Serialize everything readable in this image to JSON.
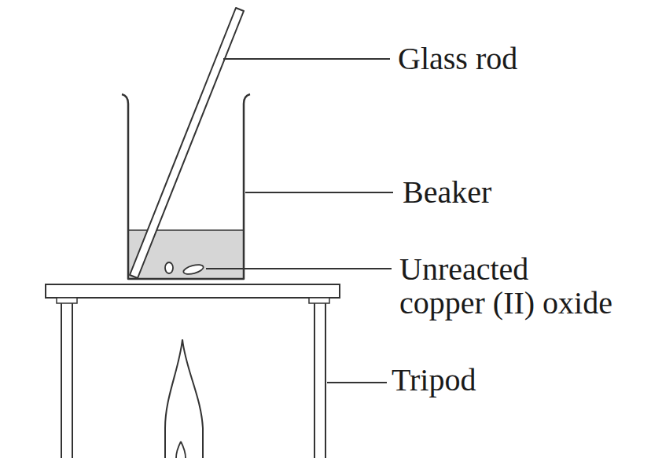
{
  "diagram": {
    "labels": [
      "Glass rod",
      "Beaker",
      "Unreacted copper (II) oxide",
      "Tripod"
    ]
  }
}
